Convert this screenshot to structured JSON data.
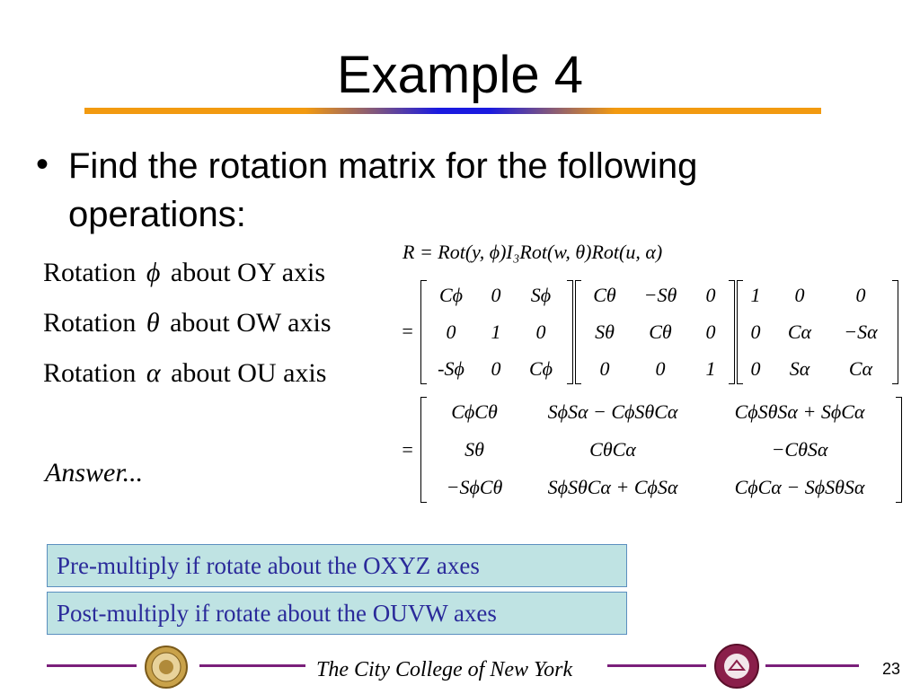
{
  "title": "Example 4",
  "bullet": "•",
  "bullet_text": "Find the rotation matrix for the following operations:",
  "rotations": [
    {
      "prefix": "Rotation",
      "symbol": "ϕ",
      "suffix": "about OY axis"
    },
    {
      "prefix": "Rotation",
      "symbol": "θ",
      "suffix": "about OW axis"
    },
    {
      "prefix": "Rotation",
      "symbol": "α",
      "suffix": "about OU axis"
    }
  ],
  "answer": "Answer...",
  "equation": "R = Rot(y, ϕ)I₃Rot(w, θ)Rot(u, α)",
  "equals": "=",
  "matrix1": [
    [
      "Cϕ",
      "0",
      "Sϕ"
    ],
    [
      "0",
      "1",
      "0"
    ],
    [
      "-Sϕ",
      "0",
      "Cϕ"
    ]
  ],
  "matrix2": [
    [
      "Cθ",
      "−Sθ",
      "0"
    ],
    [
      "Sθ",
      "Cθ",
      "0"
    ],
    [
      "0",
      "0",
      "1"
    ]
  ],
  "matrix3": [
    [
      "1",
      "0",
      "0"
    ],
    [
      "0",
      "Cα",
      "−Sα"
    ],
    [
      "0",
      "Sα",
      "Cα"
    ]
  ],
  "result": [
    [
      "CϕCθ",
      "SϕSα − CϕSθCα",
      "CϕSθSα + SϕCα"
    ],
    [
      "Sθ",
      "CθCα",
      "−CθSα"
    ],
    [
      "−SϕCθ",
      "SϕSθCα + CϕSα",
      "CϕCα − SϕSθSα"
    ]
  ],
  "notes": [
    "Pre-multiply if rotate about the OXYZ axes",
    "Post-multiply if rotate about the OUVW axes"
  ],
  "footer": "The City College of New York",
  "page_number": "23",
  "logo_left_icon": "ccny-seal-icon",
  "logo_right_icon": "robotics-lab-seal-icon",
  "colors": {
    "accent_orange": "#f29a10",
    "accent_blue": "#1a1ae0",
    "footer_purple": "#7a1f7a",
    "note_bg": "#bfe3e3",
    "note_text": "#2a2a9a"
  }
}
